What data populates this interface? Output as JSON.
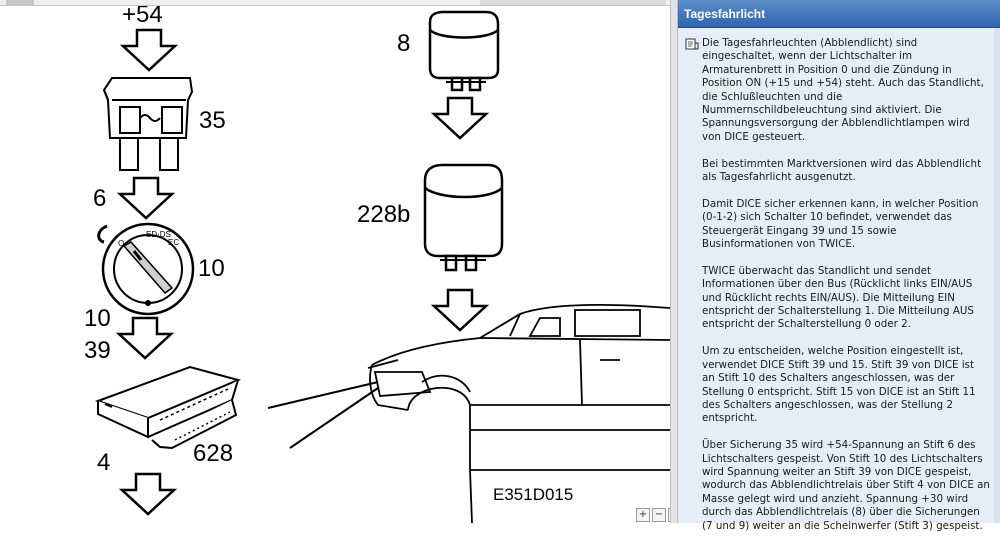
{
  "diagram": {
    "labels": {
      "plus54": "+54",
      "fuse": "35",
      "pin6": "6",
      "switch": "10",
      "pin10": "10",
      "pin39": "39",
      "pin4": "4",
      "ecu": "628",
      "relay8": "8",
      "relay228b": "228b",
      "figure_code": "E351D015"
    }
  },
  "panel": {
    "title": "Tagesfahrlicht",
    "paragraphs": [
      "Die Tagesfahrleuchten (Abblendlicht) sind eingeschaltet, wenn der Lichtschalter im Armaturenbrett in Position 0 und die Zündung in Position ON (+15 und +54) steht. Auch das Standlicht, die Schlußleuchten und die Nummernschildbeleuchtung sind aktiviert. Die Spannungsversorgung der Abblendlichtlampen wird von DICE gesteuert.",
      "Bei bestimmten Marktversionen wird das Abblendlicht als Tagesfahrlicht ausgenutzt.",
      "Damit DICE sicher erkennen kann, in welcher Position (0-1-2) sich Schalter 10 befindet, verwendet das Steuergerät Eingang 39 und 15 sowie Businformationen von TWICE.",
      "TWICE überwacht das Standlicht und sendet Informationen über den Bus (Rücklicht links EIN/AUS und Rücklicht rechts EIN/AUS). Die Mitteilung EIN entspricht der Schalterstellung 1. Die Mitteilung AUS entspricht der Schalterstellung 0 oder 2.",
      "Um zu entscheiden, welche Position eingestellt ist, verwendet DICE Stift 39 und 15. Stift 39 von DICE ist an Stift 10 des Schalters angeschlossen, was der Stellung 0 entspricht. Stift 15 von DICE ist an Stift 11 des Schalters angeschlossen, was der Stellung 2 entspricht.",
      "Über Sicherung 35 wird +54-Spannung an Stift 6 des Lichtschalters gespeist. Von Stift 10 des Lichtschalters wird Spannung weiter an Stift 39 von DICE gespeist, wodurch das Abblendlichtrelais über Stift 4 von DICE an Masse gelegt wird und anzieht. Spannung +30 wird durch das Abblendlichtrelais (8) über die Sicherungen (7 und 9) weiter an die Scheinwerfer (Stift 3) gespeist."
    ]
  },
  "zoom": {
    "in": "+",
    "out": "−",
    "fit": "□"
  },
  "icons": [
    "document-icon",
    "zoom-in-icon",
    "zoom-out-icon",
    "zoom-fit-icon"
  ]
}
